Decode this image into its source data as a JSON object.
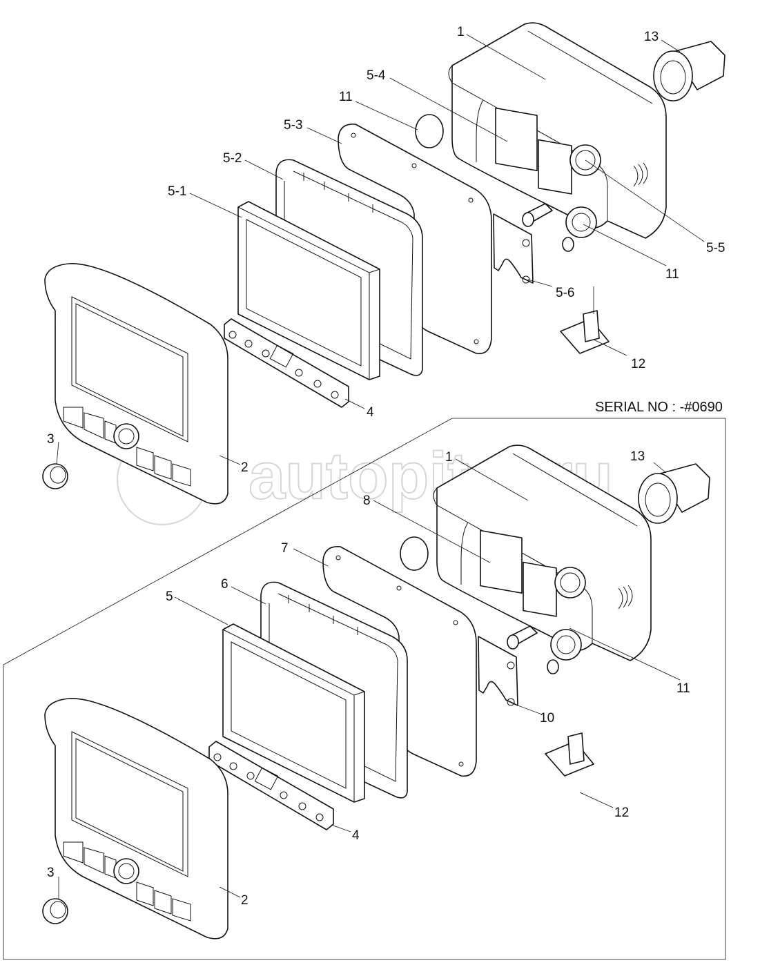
{
  "serial_note": "SERIAL NO : -#0690",
  "watermark": "autopiter.ru",
  "upper_assembly": {
    "labels": [
      "1",
      "13",
      "5-4",
      "11",
      "5-3",
      "5-2",
      "5-1",
      "5-5",
      "11",
      "5-6",
      "12",
      "4",
      "3",
      "2"
    ]
  },
  "lower_assembly": {
    "labels": [
      "1",
      "13",
      "8",
      "7",
      "6",
      "5",
      "11",
      "10",
      "12",
      "4",
      "3",
      "2"
    ]
  }
}
